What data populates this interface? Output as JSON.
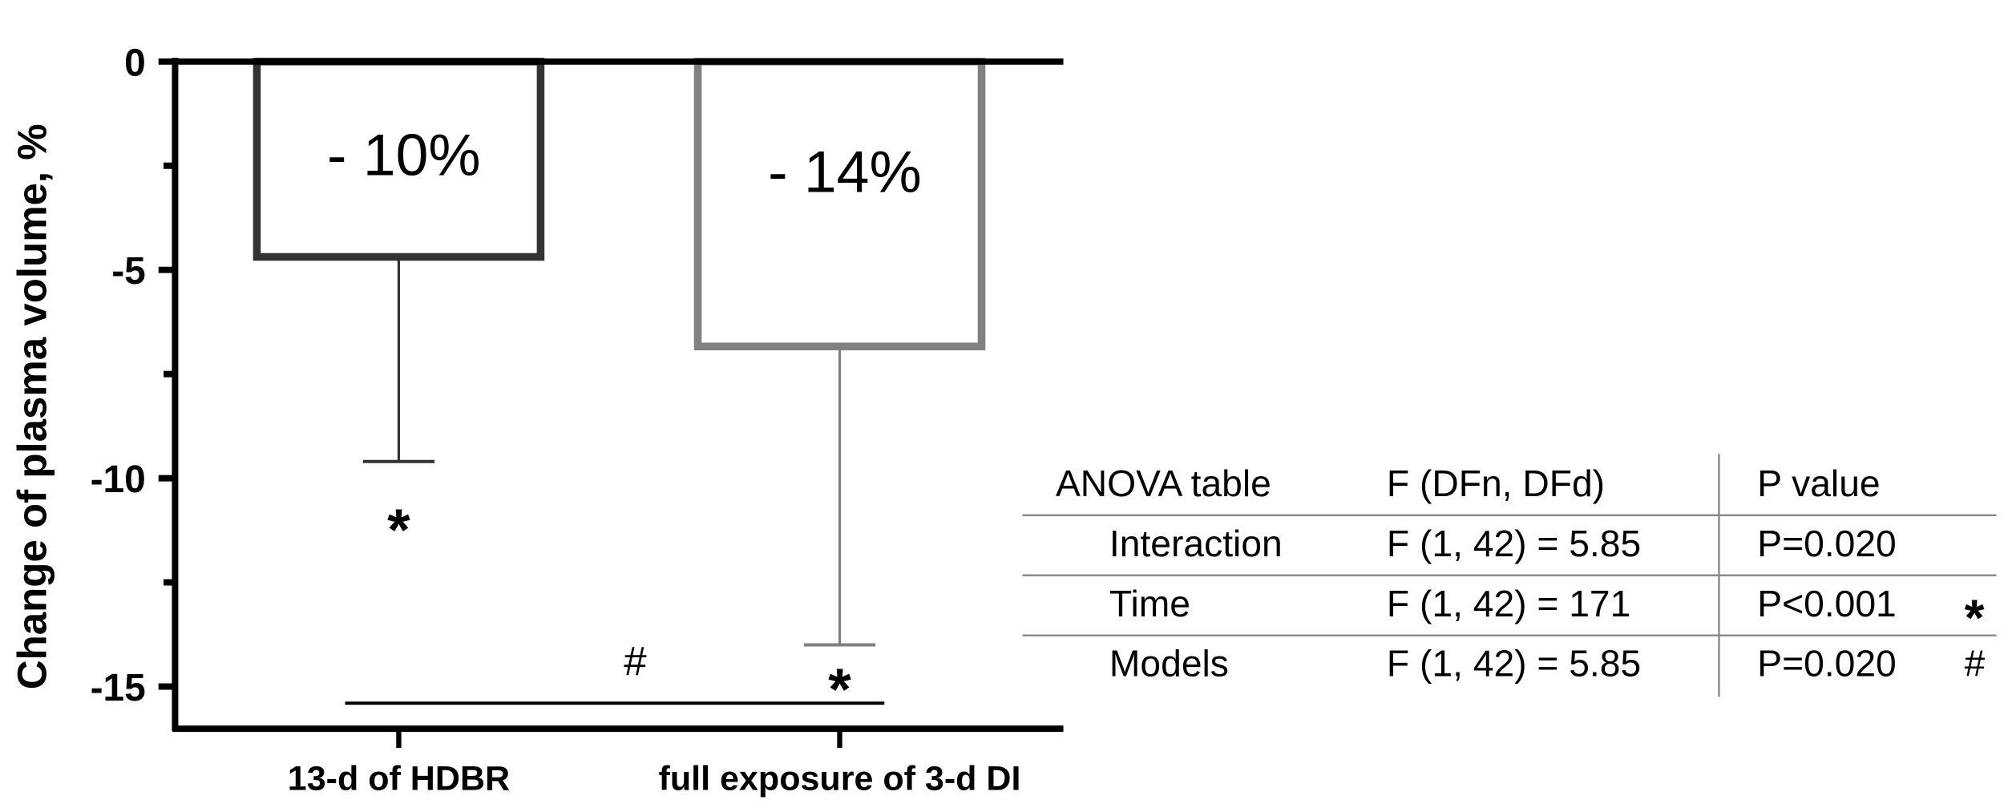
{
  "chart_data": {
    "type": "bar",
    "title": "",
    "xlabel": "",
    "ylabel": "Change of plasma volume, %",
    "ylim": [
      -16,
      0
    ],
    "yticks": [
      "0",
      "-5",
      "-10",
      "-15"
    ],
    "ytick_values": [
      0,
      -5,
      -10,
      -15
    ],
    "grid": false,
    "categories": [
      "13-d of HDBR",
      "full exposure of 3-d DI"
    ],
    "values": [
      -4.75,
      -6.9
    ],
    "error_low": [
      -9.6,
      -14.0
    ],
    "bar_labels": [
      "- 10%",
      "- 14%"
    ],
    "bar_colors": [
      "#333333",
      "#808080"
    ],
    "significance_marks": [
      "*",
      "*"
    ],
    "comparison_mark": "#",
    "comparison_line_y": -15.4
  },
  "anova_table": {
    "headers": [
      "ANOVA table",
      "F (DFn, DFd)",
      "P value"
    ],
    "rows": [
      {
        "source": "Interaction",
        "f": "F (1, 42) = 5.85",
        "p": "P=0.020",
        "mark": ""
      },
      {
        "source": "Time",
        "f": "F (1, 42) = 171",
        "p": "P<0.001",
        "mark": "*"
      },
      {
        "source": "Models",
        "f": "F (1, 42) = 5.85",
        "p": "P=0.020",
        "mark": "#"
      }
    ]
  }
}
